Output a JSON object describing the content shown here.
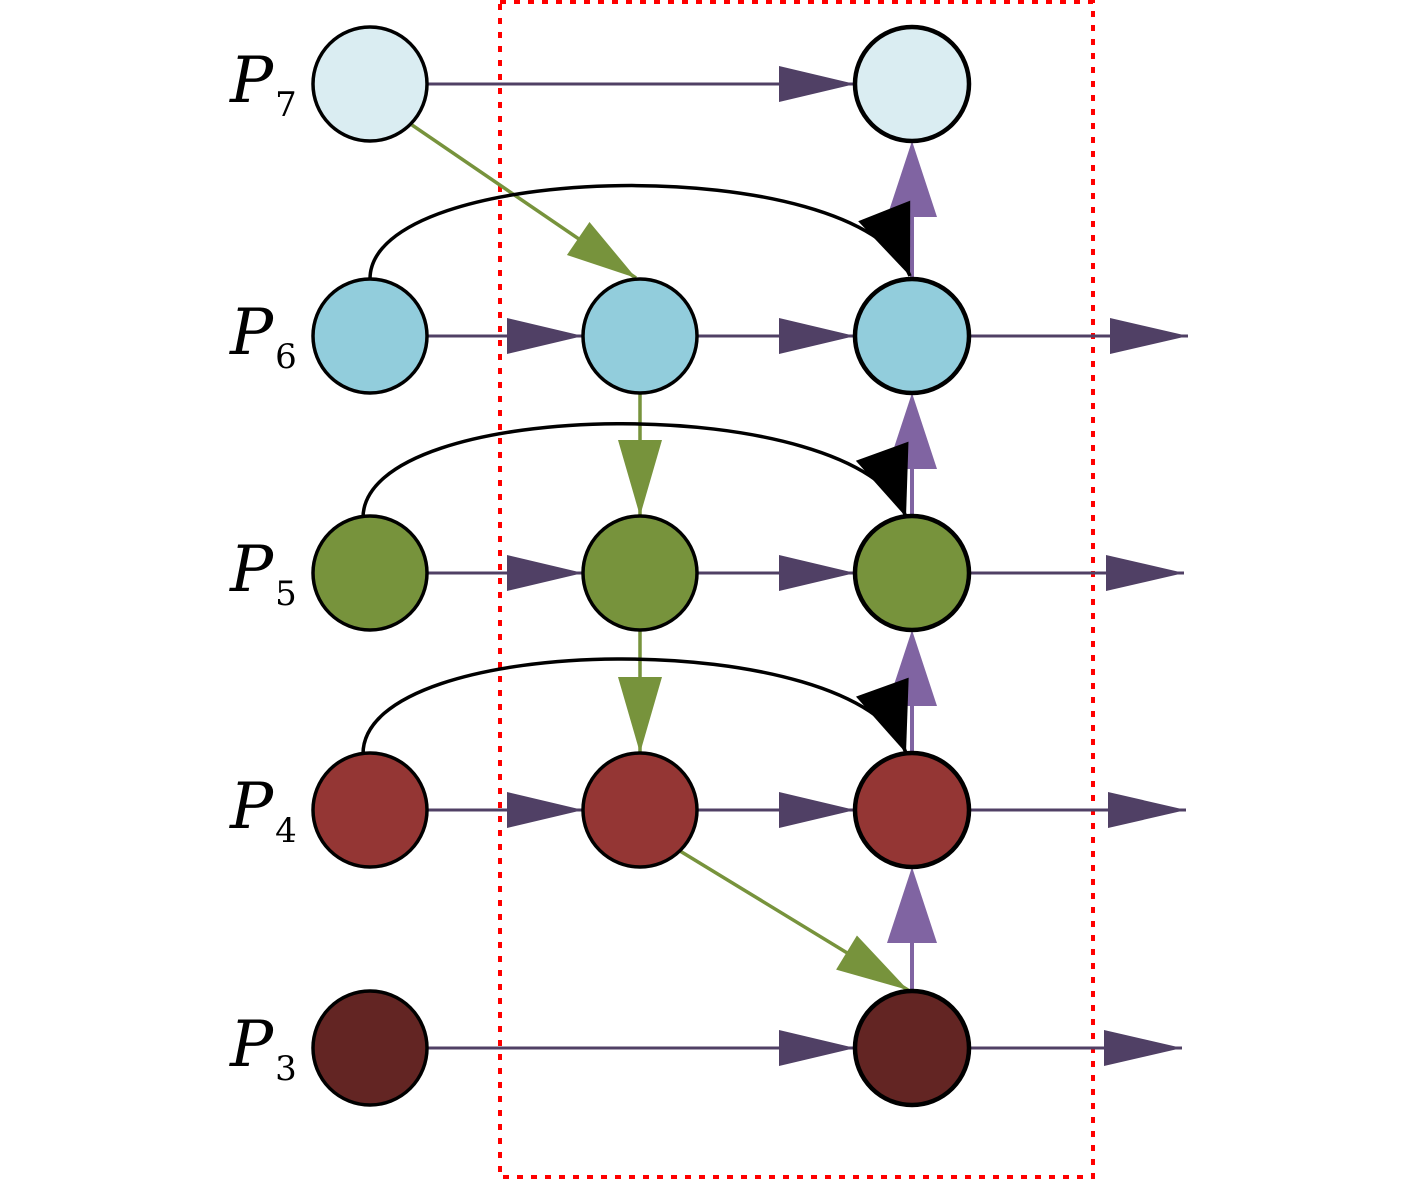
{
  "levels": [
    {
      "key": "P7",
      "letter": "P",
      "subscript": "7",
      "color": "#daedf2"
    },
    {
      "key": "P6",
      "letter": "P",
      "subscript": "6",
      "color": "#92cddc"
    },
    {
      "key": "P5",
      "letter": "P",
      "subscript": "5",
      "color": "#77933c"
    },
    {
      "key": "P4",
      "letter": "P",
      "subscript": "4",
      "color": "#943634"
    },
    {
      "key": "P3",
      "letter": "P",
      "subscript": "3",
      "color": "#632523"
    }
  ],
  "edge_colors": {
    "lateral": "#504065",
    "top_down": "#77933c",
    "bottom_up": "#8064a2",
    "skip": "#000000",
    "region": "#ff0000"
  }
}
